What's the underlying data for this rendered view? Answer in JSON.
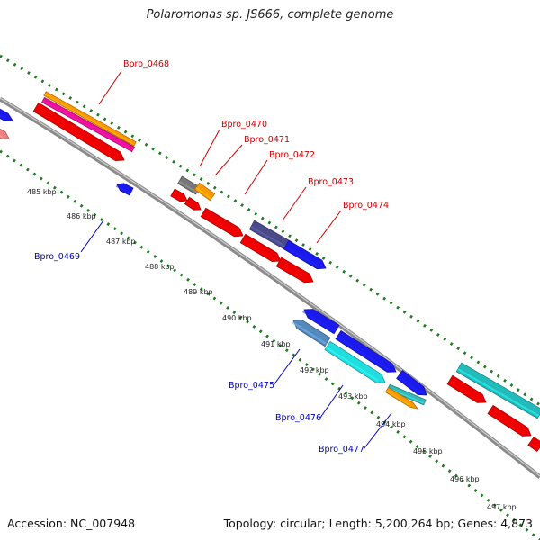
{
  "title": "Polaromonas sp. JS666, complete genome",
  "footer": {
    "accession": "Accession: NC_007948",
    "summary": "Topology: circular; Length: 5,200,264 bp; Genes: 4,873"
  },
  "colors": {
    "background": "#ffffff",
    "backbone": "#8a8a8a",
    "tick_dots": "#1e7a1e",
    "label_forward": "#cc0000",
    "label_reverse": "#0000bb"
  },
  "kbp_ticks": [
    "485 kbp",
    "486 kbp",
    "487 kbp",
    "488 kbp",
    "489 kbp",
    "490 kbp",
    "491 kbp",
    "492 kbp",
    "493 kbp",
    "494 kbp",
    "495 kbp",
    "496 kbp",
    "497 kbp"
  ],
  "gene_labels": [
    {
      "text": "Bpro_0468",
      "strand": "forward"
    },
    {
      "text": "Bpro_0469",
      "strand": "reverse"
    },
    {
      "text": "Bpro_0470",
      "strand": "forward"
    },
    {
      "text": "Bpro_0471",
      "strand": "forward"
    },
    {
      "text": "Bpro_0472",
      "strand": "forward"
    },
    {
      "text": "Bpro_0473",
      "strand": "forward"
    },
    {
      "text": "Bpro_0474",
      "strand": "forward"
    },
    {
      "text": "Bpro_0475",
      "strand": "reverse"
    },
    {
      "text": "Bpro_0476",
      "strand": "reverse"
    },
    {
      "text": "Bpro_0477",
      "strand": "reverse"
    }
  ]
}
